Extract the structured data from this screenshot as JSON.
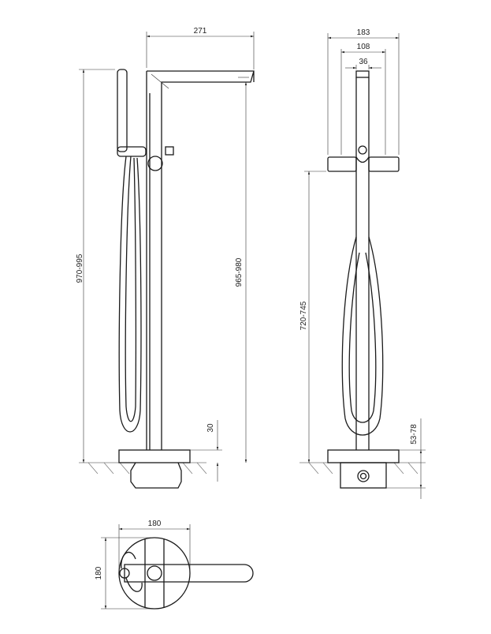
{
  "dimensions": {
    "side_view": {
      "spout_reach": "271",
      "overall_height": "970-995",
      "spout_height": "965-980",
      "base_plate": "30"
    },
    "front_view": {
      "handle_width": "183",
      "body_width": "108",
      "spout_outlet": "36",
      "handle_height": "720-745",
      "floor_adjust": "53-78"
    },
    "top_view": {
      "base_width": "180",
      "base_depth": "180"
    }
  }
}
